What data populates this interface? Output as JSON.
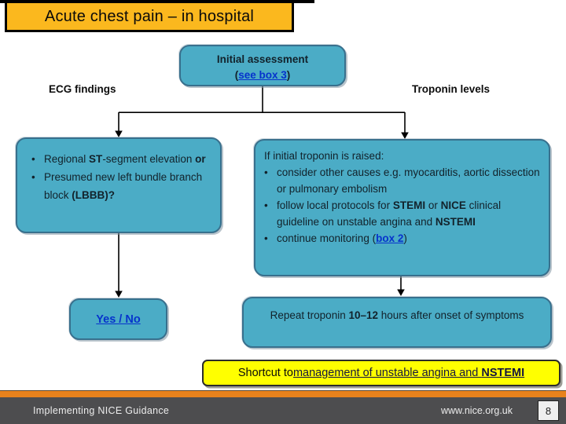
{
  "slide_title": "Acute chest pain – in hospital",
  "colors": {
    "title_gold": "#FBB81E",
    "box_teal_fill": "#4BACC6",
    "box_teal_border": "#38708D",
    "shortcut_yellow": "#FFFF00",
    "hyperlink_blue": "#0633CC",
    "footer_orange": "#E8821C",
    "footer_gray": "#4D4D4F"
  },
  "labels": {
    "ecg": "ECG findings",
    "troponin": "Troponin levels"
  },
  "initial_box": {
    "title": "Initial assessment",
    "paren_open": "(",
    "link": "see box 3",
    "paren_close": ")"
  },
  "ecg_box": {
    "b1_1": "Regional ",
    "b1_2": "ST",
    "b1_3": "-segment elevation ",
    "b1_4": "or",
    "b2_1": "Presumed new left bundle branch block ",
    "b2_2": "(LBBB)?"
  },
  "troponin_box": {
    "heading": "If initial troponin is raised:",
    "b1": "consider other causes e.g. myocarditis, aortic dissection or pulmonary embolism",
    "b2_1": "follow local protocols for ",
    "b2_2": "STEMI",
    "b2_3": " or ",
    "b2_4": "NICE",
    "b2_5": " clinical guideline on unstable angina and ",
    "b2_6": "NSTEMI",
    "b3_1": "continue monitoring (",
    "b3_link": "box 2",
    "b3_2": ")"
  },
  "yesno_box": {
    "label": "Yes / No"
  },
  "repeat_box": {
    "t1": "Repeat troponin ",
    "t2": "10–12",
    "t3": " hours after onset of symptoms"
  },
  "shortcut": {
    "pre": "Shortcut to ",
    "link_1": "management of unstable angina and ",
    "link_2": "NSTEMI"
  },
  "footer": {
    "left": "Implementing NICE Guidance",
    "right": "www.nice.org.uk",
    "page": "8"
  }
}
